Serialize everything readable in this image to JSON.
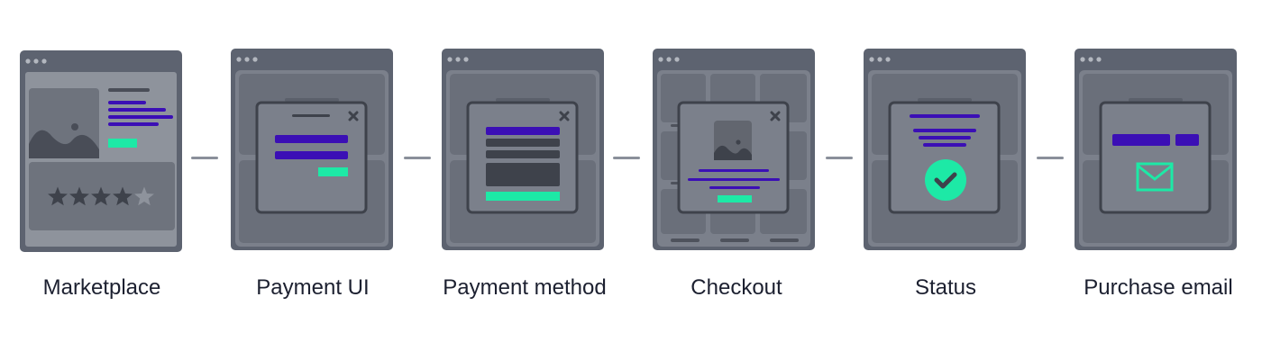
{
  "steps": [
    {
      "label": "Marketplace",
      "rating_stars": 4,
      "rating_max": 5
    },
    {
      "label": "Payment UI"
    },
    {
      "label": "Payment method"
    },
    {
      "label": "Checkout"
    },
    {
      "label": "Status"
    },
    {
      "label": "Purchase email"
    }
  ],
  "colors": {
    "frame": "#5d6370",
    "panel": "#7b808b",
    "dark": "#474b55",
    "accent_purple": "#3b0fb5",
    "accent_green": "#1de9a6"
  },
  "icons": [
    "image-icon",
    "star-icon",
    "close-icon",
    "checkmark-icon",
    "envelope-icon"
  ]
}
